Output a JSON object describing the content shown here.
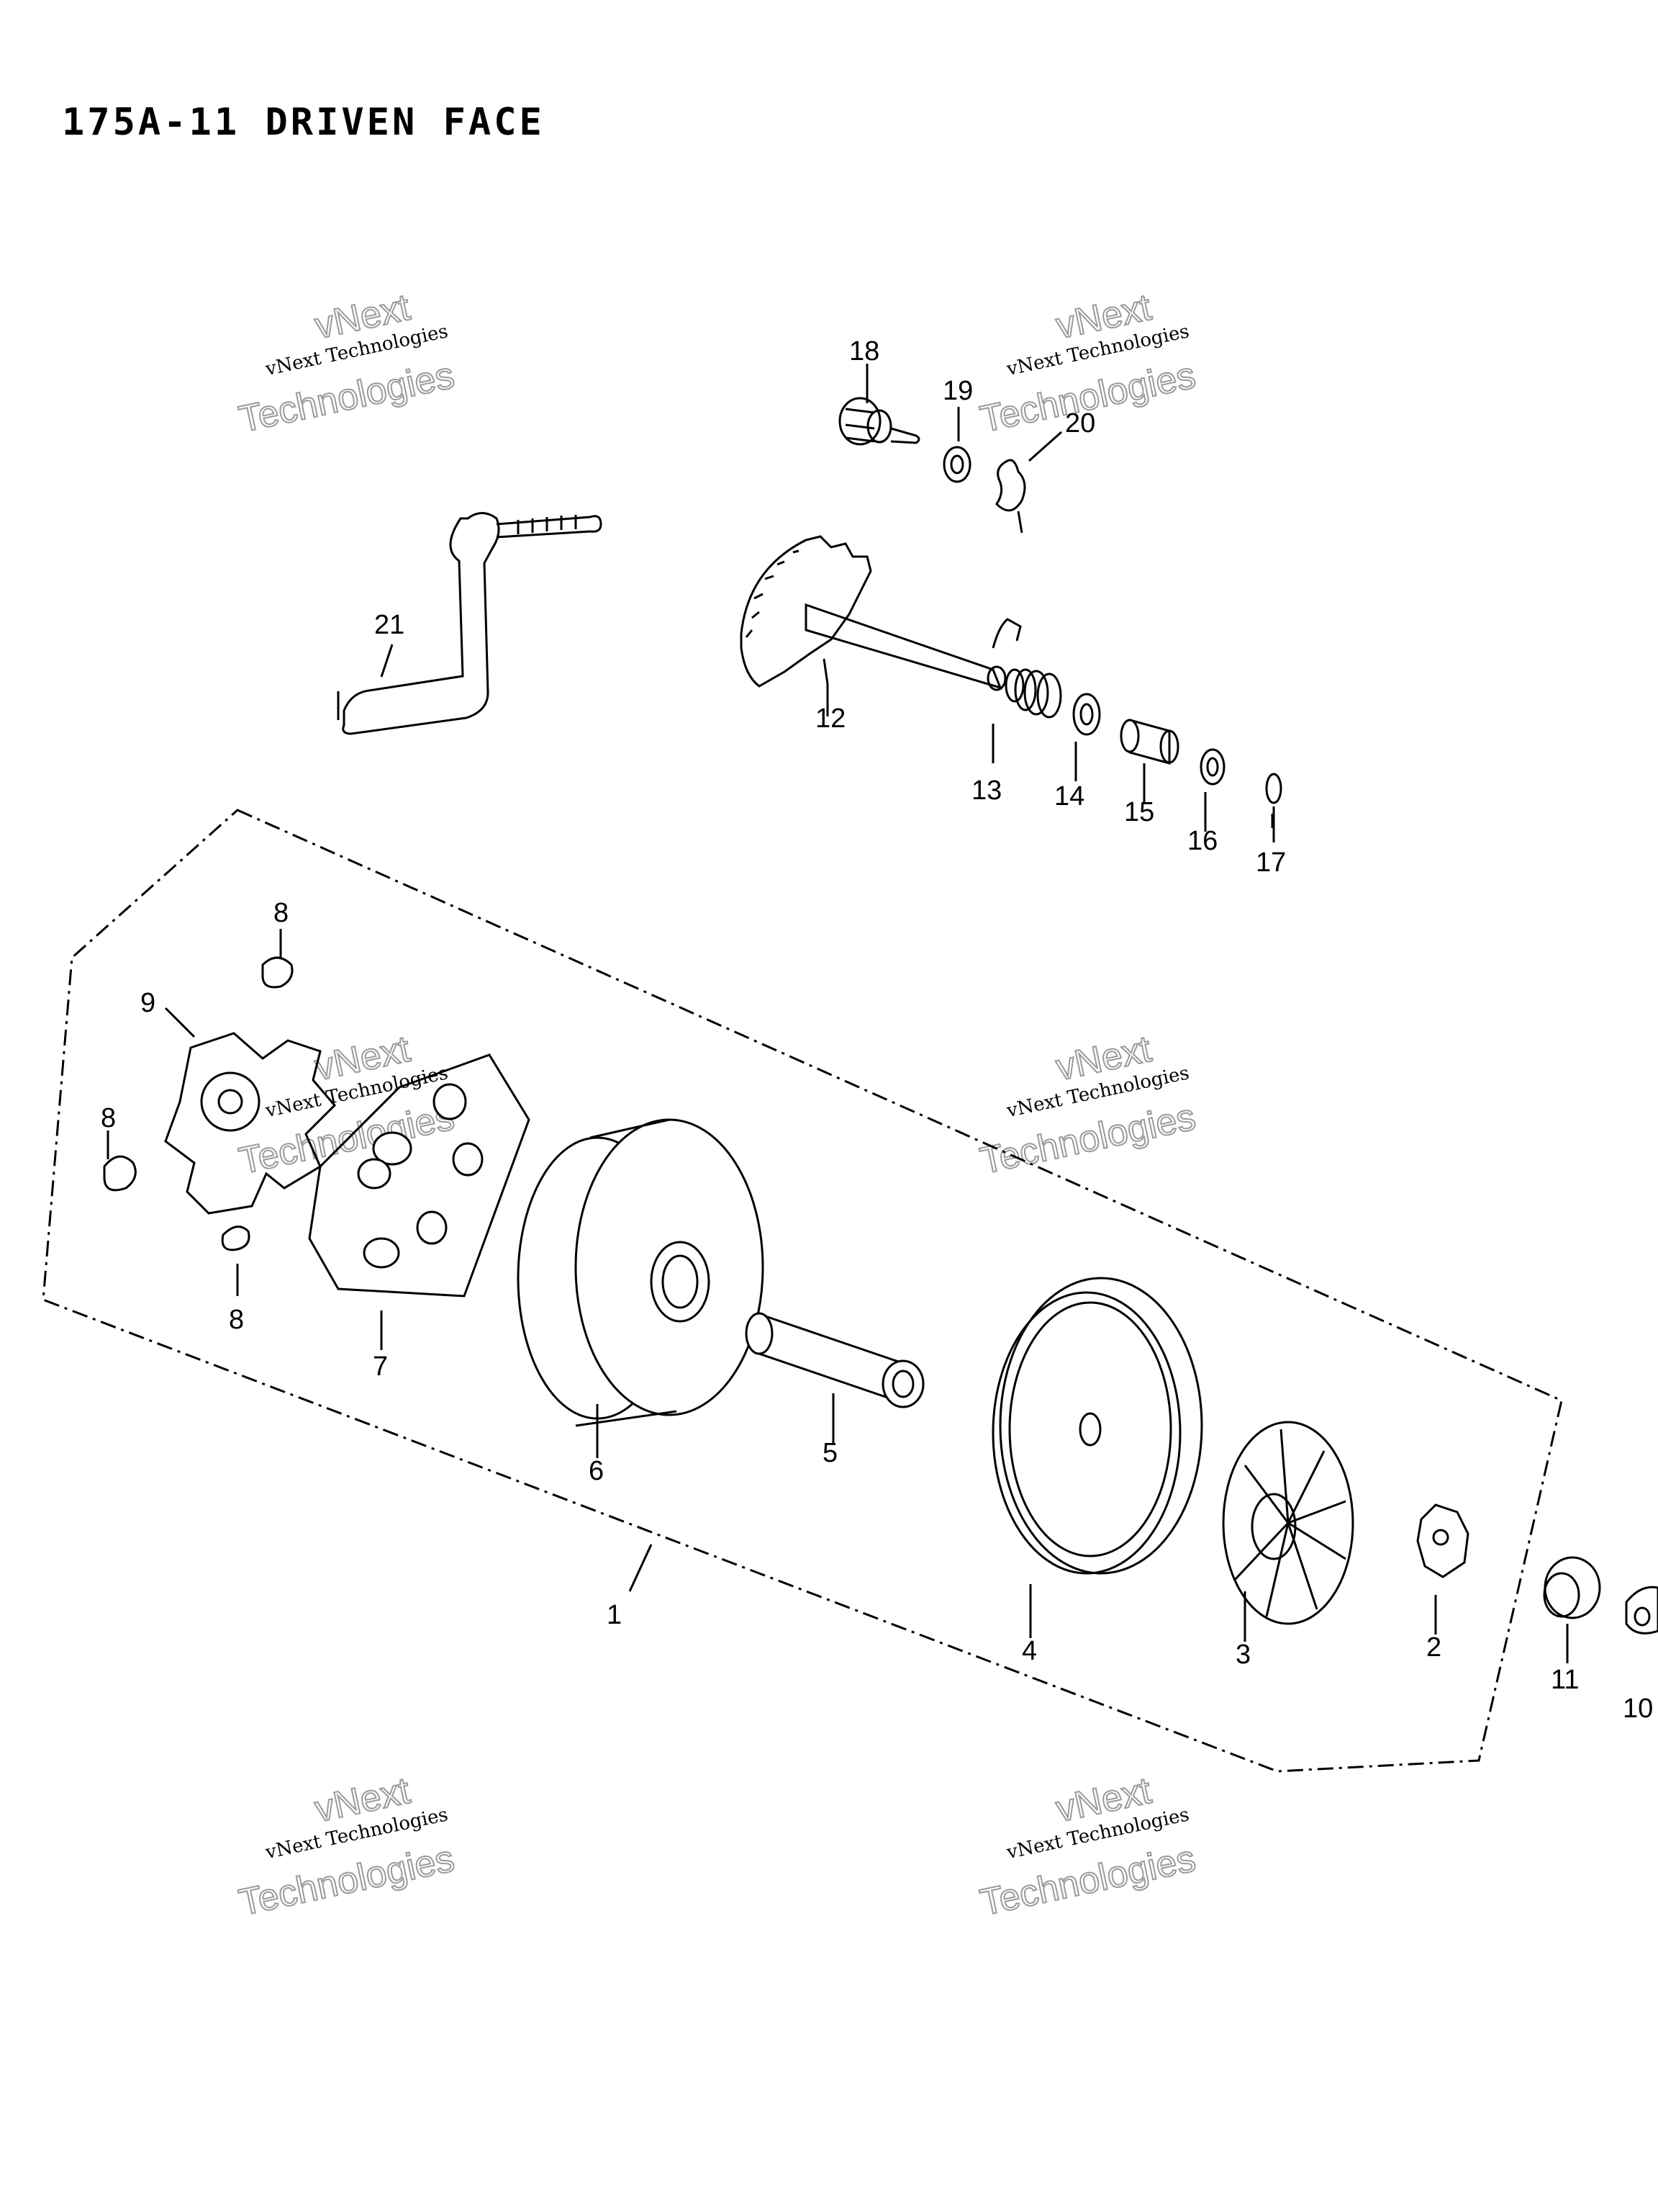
{
  "title": "175A-11 DRIVEN FACE",
  "watermark": {
    "line1": "vNext",
    "line2": "vNext Technologies",
    "line3": "Technologies"
  },
  "callouts": {
    "c1": "1",
    "c2": "2",
    "c3": "3",
    "c4": "4",
    "c5": "5",
    "c6": "6",
    "c7": "7",
    "c8a": "8",
    "c8b": "8",
    "c8c": "8",
    "c9": "9",
    "c10": "10",
    "c11": "11",
    "c12": "12",
    "c13": "13",
    "c14": "14",
    "c15": "15",
    "c16": "16",
    "c17": "17",
    "c18": "18",
    "c19": "19",
    "c20": "20",
    "c21": "21"
  }
}
